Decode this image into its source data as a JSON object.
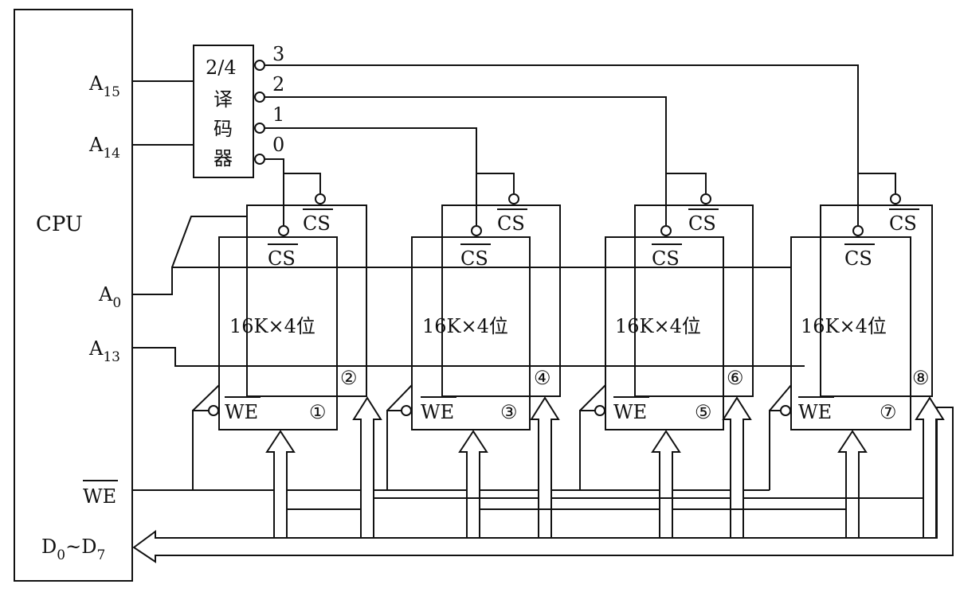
{
  "cpu": {
    "label": "CPU"
  },
  "cpu_pins": {
    "a15": {
      "base": "A",
      "sub": "15"
    },
    "a14": {
      "base": "A",
      "sub": "14"
    },
    "a0": {
      "base": "A",
      "sub": "0"
    },
    "a13": {
      "base": "A",
      "sub": "13"
    },
    "we": "WE",
    "data": {
      "d0": "D",
      "s0": "0",
      "tilde": "~",
      "d7": "D",
      "s7": "7"
    }
  },
  "decoder": {
    "lines": [
      "2/4",
      "译",
      "码",
      "器"
    ],
    "outputs": [
      "0",
      "1",
      "2",
      "3"
    ]
  },
  "chips": [
    {
      "capacity": "16K×4位",
      "cs": "CS",
      "we": "WE",
      "num_a": "①",
      "num_b": "②"
    },
    {
      "capacity": "16K×4位",
      "cs": "CS",
      "we": "WE",
      "num_a": "③",
      "num_b": "④"
    },
    {
      "capacity": "16K×4位",
      "cs": "CS",
      "we": "WE",
      "num_a": "⑤",
      "num_b": "⑥"
    },
    {
      "capacity": "16K×4位",
      "cs": "CS",
      "we": "WE",
      "num_a": "⑦",
      "num_b": "⑧"
    }
  ]
}
